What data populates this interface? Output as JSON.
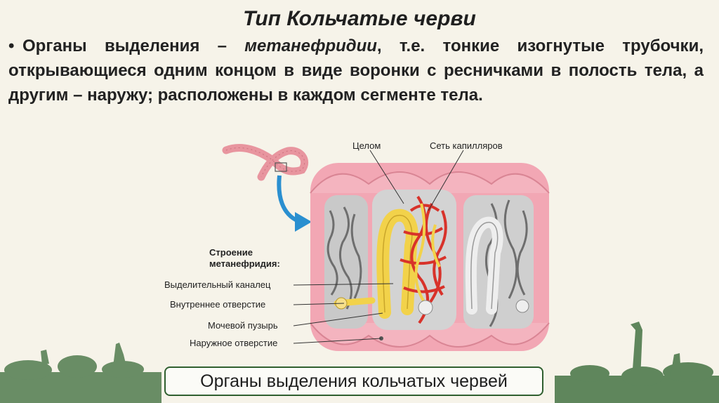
{
  "slide": {
    "title": "Тип Кольчатые черви",
    "bullet": "•",
    "text_part1": "Органы выделения – ",
    "text_italic": "метанефридии",
    "text_part2": ", т.е. тонкие изогнутые трубочки, открывающиеся одним концом в виде воронки с ресничками в полость тела, а другим – наружу; расположены в каждом сегменте тела.",
    "caption": "Органы выделения кольчатых червей"
  },
  "figure": {
    "label_coelom": "Целом",
    "label_capillaries": "Сеть капилляров",
    "structure_title_1": "Строение",
    "structure_title_2": "метанефридия:",
    "label_tubule": "Выделительный каналец",
    "label_inner_opening": "Внутреннее отверстие",
    "label_bladder": "Мочевой пузырь",
    "label_outer_opening": "Наружное отверстие"
  },
  "colors": {
    "accent_green": "#3a6b3a",
    "body_wall": "#f2a7b4",
    "capillaries": "#d8322a",
    "tubule": "#f2d24a",
    "arrow": "#2a8fd0"
  }
}
